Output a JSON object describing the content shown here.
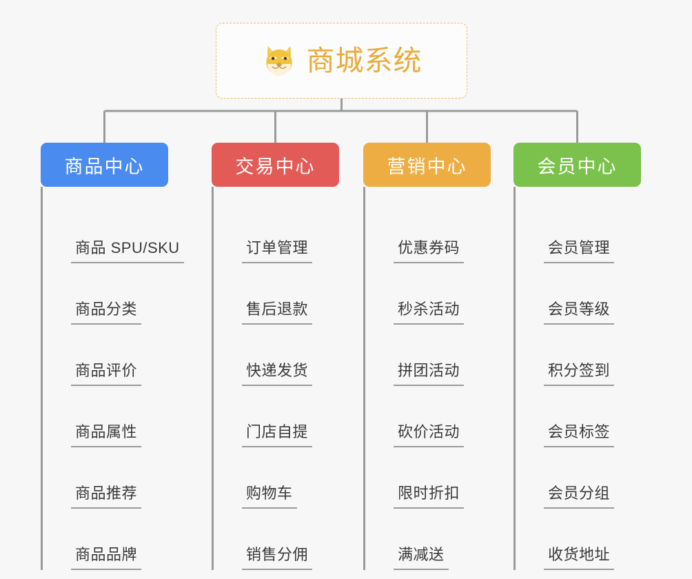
{
  "diagram": {
    "type": "organization-tree",
    "background_color": "#f7f7f7",
    "connector_color": "#9a9a9a",
    "root": {
      "title": "商城系统",
      "icon": "shiba-dog-face-icon",
      "icon_color": "#f5c842",
      "text_color": "#e9ab3c",
      "border_color": "#e8b96a",
      "border_style": "dashed"
    },
    "categories": [
      {
        "id": "product-center",
        "label": "商品中心",
        "color": "#4a8bf0",
        "items": [
          "商品 SPU/SKU",
          "商品分类",
          "商品评价",
          "商品属性",
          "商品推荐",
          "商品品牌"
        ]
      },
      {
        "id": "trade-center",
        "label": "交易中心",
        "color": "#e35b57",
        "items": [
          "订单管理",
          "售后退款",
          "快递发货",
          "门店自提",
          "购物车",
          "销售分佣"
        ]
      },
      {
        "id": "marketing-center",
        "label": "营销中心",
        "color": "#eead42",
        "items": [
          "优惠券码",
          "秒杀活动",
          "拼团活动",
          "砍价活动",
          "限时折扣",
          "满减送"
        ]
      },
      {
        "id": "member-center",
        "label": "会员中心",
        "color": "#7ac24b",
        "items": [
          "会员管理",
          "会员等级",
          "积分签到",
          "会员标签",
          "会员分组",
          "收货地址"
        ]
      }
    ]
  }
}
